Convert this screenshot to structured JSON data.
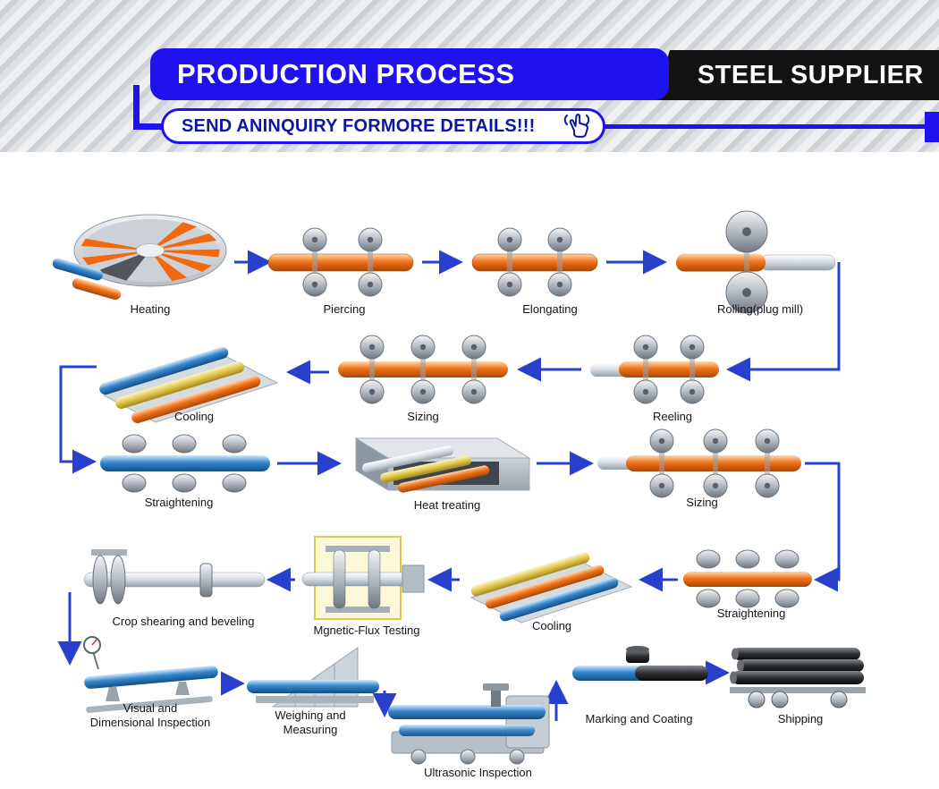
{
  "header": {
    "title": "PRODUCTION PROCESS",
    "supplier": "STEEL SUPPLIER",
    "inquiry": "SEND ANINQUIRY FORMORE DETAILS!!!"
  },
  "colors": {
    "banner_blue": "#1e12ee",
    "banner_black": "#131313",
    "inquiry_text_navy": "#0c17a0",
    "arrow_blue": "#2840cc",
    "pipe_orange": "#f1731a",
    "pipe_blue": "#3587d0",
    "pipe_yellow": "#e5ca52",
    "highlight_yellow": "#fdf8d8",
    "steel_gray": "#b3bac2"
  },
  "icons": [
    {
      "name": "click-hand-icon",
      "meaning": "click here / send inquiry pointer hand with motion lines"
    }
  ],
  "stations": [
    {
      "id": "heating",
      "label": "Heating"
    },
    {
      "id": "piercing",
      "label": "Piercing"
    },
    {
      "id": "elongating",
      "label": "Elongating"
    },
    {
      "id": "rolling-plug-mill",
      "label": "Rolling(plug mill)"
    },
    {
      "id": "reeling",
      "label": "Reeling"
    },
    {
      "id": "sizing-1",
      "label": "Sizing"
    },
    {
      "id": "cooling-1",
      "label": "Cooling"
    },
    {
      "id": "straightening-1",
      "label": "Straightening"
    },
    {
      "id": "heat-treating",
      "label": "Heat treating"
    },
    {
      "id": "sizing-2",
      "label": "Sizing"
    },
    {
      "id": "straightening-2",
      "label": "Straightening"
    },
    {
      "id": "cooling-2",
      "label": "Cooling"
    },
    {
      "id": "magnetic-flux-testing",
      "label": "Mgnetic-Flux Testing"
    },
    {
      "id": "crop-shearing-beveling",
      "label": "Crop shearing and beveling"
    },
    {
      "id": "visual-dimensional-inspection",
      "label": "Visual and\nDimensional Inspection"
    },
    {
      "id": "weighing-measuring",
      "label": "Weighing and\nMeasuring"
    },
    {
      "id": "ultrasonic-inspection",
      "label": "Ultrasonic Inspection"
    },
    {
      "id": "marking-coating",
      "label": "Marking and Coating"
    },
    {
      "id": "shipping",
      "label": "Shipping"
    }
  ],
  "flow_order": [
    "heating",
    "piercing",
    "elongating",
    "rolling-plug-mill",
    "reeling",
    "sizing-1",
    "cooling-1",
    "straightening-1",
    "heat-treating",
    "sizing-2",
    "straightening-2",
    "cooling-2",
    "magnetic-flux-testing",
    "crop-shearing-beveling",
    "visual-dimensional-inspection",
    "weighing-measuring",
    "ultrasonic-inspection",
    "marking-coating",
    "shipping"
  ]
}
